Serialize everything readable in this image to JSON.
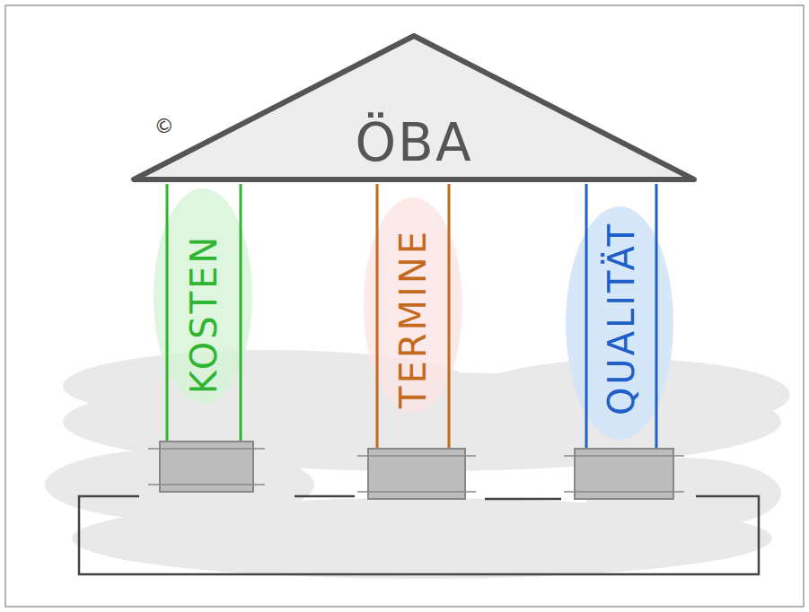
{
  "diagram": {
    "nodes": [
      {
        "text": [
          "ÖBA"
        ]
      },
      {
        "text": [
          "KOSTEN"
        ]
      },
      {
        "text": [
          "TERMINE"
        ]
      },
      {
        "text": [
          "QUALITÄT"
        ]
      }
    ],
    "labels": [
      "©"
    ]
  }
}
